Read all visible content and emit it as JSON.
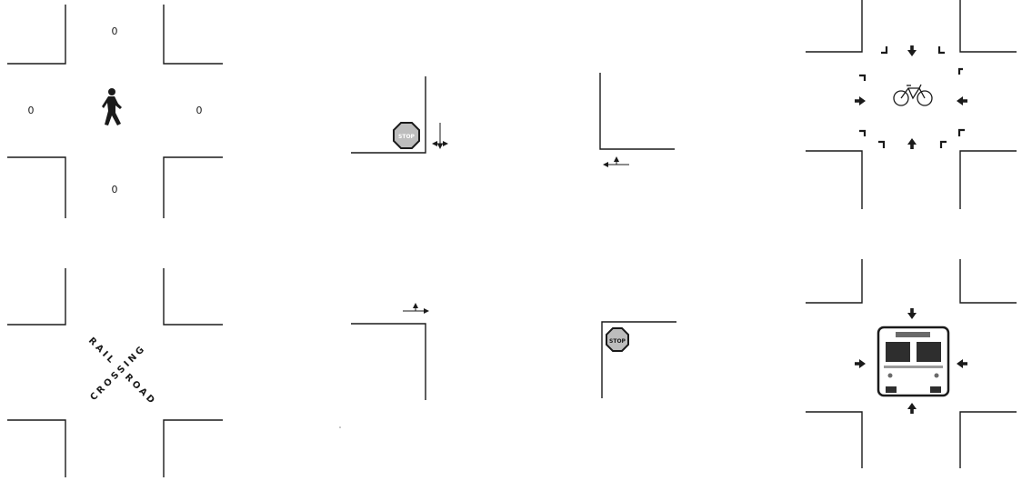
{
  "pedestrian_panel": {
    "counts": {
      "north": "0",
      "west": "0",
      "east": "0",
      "south": "0"
    }
  },
  "rail_panel": {
    "word_rail": "RAIL",
    "word_road": "ROAD",
    "word_crossing": "CROSSING"
  },
  "stop_signs": {
    "top_label": "STOP",
    "bottom_label": "STOP"
  },
  "colors": {
    "ink": "#1a1a1a",
    "background": "#ffffff",
    "sign_fill": "#bdbdbd"
  },
  "icons": [
    "pedestrian-icon",
    "stop-sign-icon",
    "bicycle-icon",
    "bus-icon",
    "turn-arrow-icon"
  ]
}
